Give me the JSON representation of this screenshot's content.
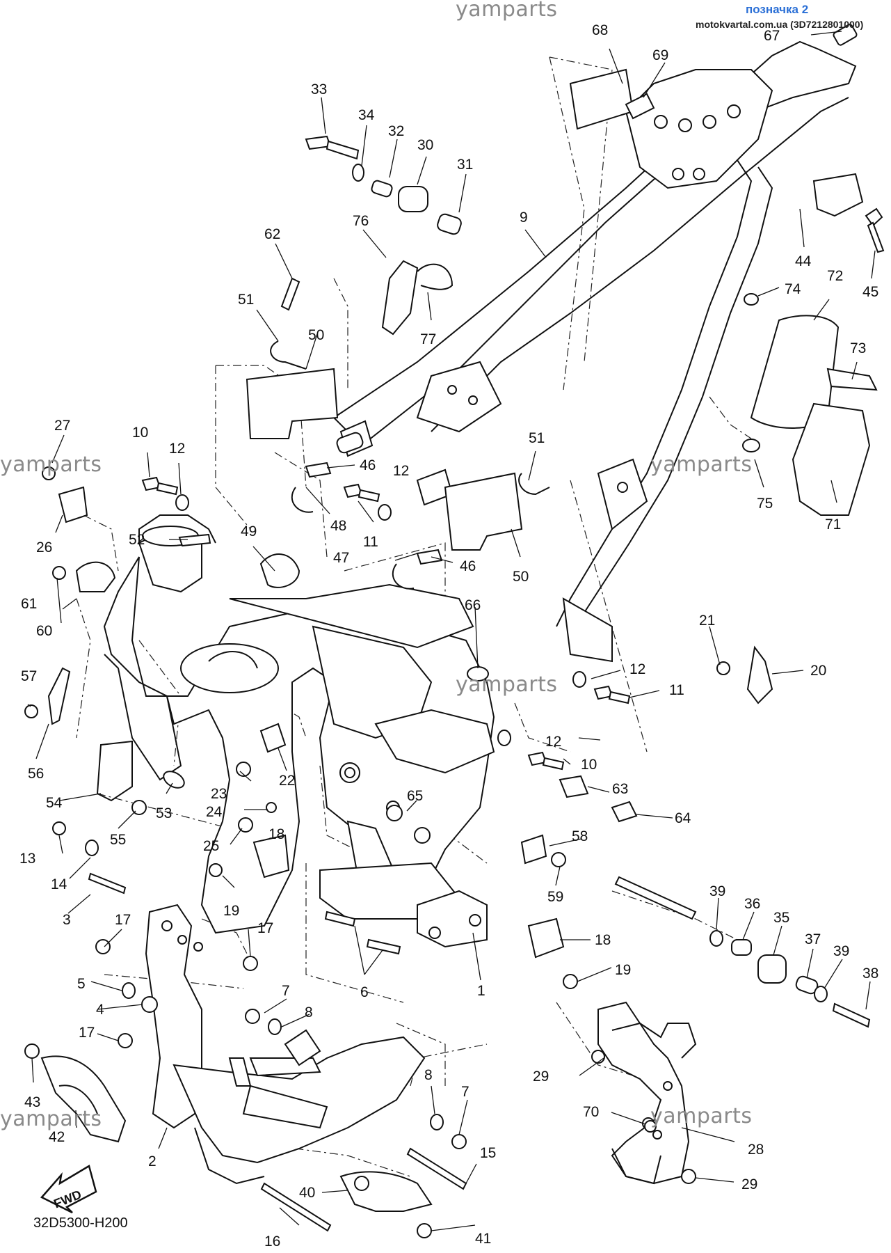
{
  "header": {
    "label": "позначка 2",
    "site": "motokvartal.com.ua (3D7212801000)"
  },
  "watermarks": [
    "yamparts",
    "yamparts",
    "yamparts",
    "yamparts",
    "yamparts"
  ],
  "diagram_code": "32D5300-H200",
  "fwd_label": "FWD",
  "callouts": [
    "67",
    "68",
    "69",
    "33",
    "34",
    "32",
    "30",
    "31",
    "9",
    "62",
    "76",
    "77",
    "51",
    "50",
    "44",
    "45",
    "74",
    "72",
    "73",
    "27",
    "10",
    "12",
    "46",
    "26",
    "52",
    "49",
    "48",
    "11",
    "51",
    "75",
    "71",
    "61",
    "47",
    "46",
    "60",
    "50",
    "66",
    "21",
    "20",
    "57",
    "12",
    "11",
    "56",
    "22",
    "23",
    "12",
    "10",
    "63",
    "54",
    "53",
    "24",
    "65",
    "64",
    "55",
    "25",
    "18",
    "58",
    "13",
    "14",
    "19",
    "59",
    "39",
    "36",
    "35",
    "37",
    "39",
    "38",
    "3",
    "17",
    "17",
    "18",
    "5",
    "4",
    "6",
    "1",
    "19",
    "7",
    "8",
    "17",
    "43",
    "29",
    "8",
    "7",
    "70",
    "28",
    "42",
    "2",
    "15",
    "40",
    "29",
    "16",
    "41"
  ]
}
